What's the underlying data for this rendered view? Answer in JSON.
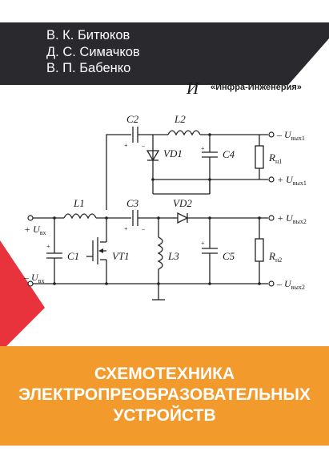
{
  "authors": [
    "В. К. Битюков",
    "Д. С. Симачков",
    "В. П. Бабенко"
  ],
  "publisher": {
    "logo": "И",
    "name": "«Инфра-Инженерия»"
  },
  "title_lines": [
    "СХЕМОТЕХНИКА",
    "ЭЛЕКТРОПРЕОБРАЗОВАТЕЛЬНЫХ",
    "УСТРОЙСТВ"
  ],
  "schematic": {
    "components": {
      "C2": "C2",
      "L2": "L2",
      "VD1": "VD1",
      "C4": "C4",
      "Rn1": "R",
      "Rn1_sub": "н1",
      "L1": "L1",
      "C3": "C3",
      "VD2": "VD2",
      "C1": "C1",
      "VT1": "VT1",
      "L3": "L3",
      "C5": "C5",
      "Rn2": "R",
      "Rn2_sub": "н2"
    },
    "terminals": {
      "uout1_minus": "– U",
      "uout1_minus_sub": "вых1",
      "uout1_plus": "+ U",
      "uout1_plus_sub": "вых1",
      "uout2_plus": "+ U",
      "uout2_plus_sub": "вых2",
      "uout2_minus": "– U",
      "uout2_minus_sub": "вых2",
      "uin_plus": "+ U",
      "uin_plus_sub": "вх",
      "uin_minus": "– U",
      "uin_minus_sub": "вх"
    }
  },
  "colors": {
    "dark_band": "#2a2a2e",
    "orange": "#f39a2d",
    "red": "#e8323c",
    "white": "#ffffff"
  }
}
